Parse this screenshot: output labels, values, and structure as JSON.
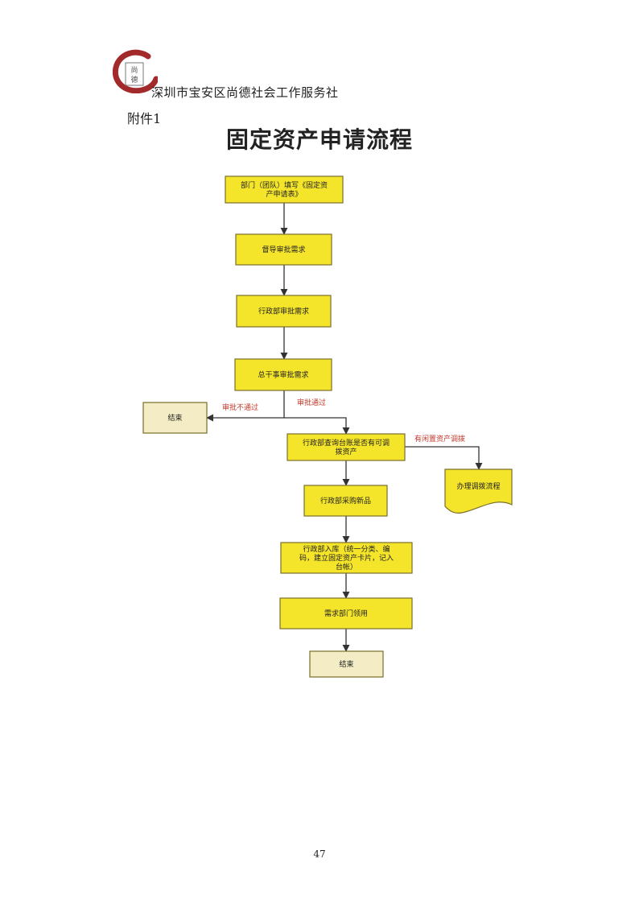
{
  "header": {
    "organization": "深圳市宝安区尚德社会工作服务社",
    "logo_text": "尚德",
    "attachment_label": "附件1"
  },
  "title": "固定资产申请流程",
  "page_number": "47",
  "colors": {
    "process_fill": "#f5e52a",
    "process_stroke": "#7a6f2a",
    "terminal_fill": "#f3ecc4",
    "logo_red": "#a32a2a",
    "edge": "#333333",
    "edge_label": "#c0392b"
  },
  "flow": {
    "nodes": [
      {
        "id": "n1",
        "kind": "process",
        "lines": [
          "部门（团队）填写《固定资",
          "产申请表》"
        ]
      },
      {
        "id": "n2",
        "kind": "process",
        "lines": [
          "督导审批需求"
        ]
      },
      {
        "id": "n3",
        "kind": "process",
        "lines": [
          "行政部审批需求"
        ]
      },
      {
        "id": "n4",
        "kind": "process",
        "lines": [
          "总干事审批需求"
        ]
      },
      {
        "id": "n5",
        "kind": "terminal",
        "lines": [
          "结束"
        ]
      },
      {
        "id": "n6",
        "kind": "process",
        "lines": [
          "行政部查询台账是否有可调",
          "拨资产"
        ]
      },
      {
        "id": "n7",
        "kind": "document",
        "lines": [
          "办理调拨流程"
        ]
      },
      {
        "id": "n8",
        "kind": "process",
        "lines": [
          "行政部采购新品"
        ]
      },
      {
        "id": "n9",
        "kind": "process",
        "lines": [
          "行政部入库（统一分类、编",
          "码，建立固定资产卡片，记入",
          "台帐）"
        ]
      },
      {
        "id": "n10",
        "kind": "process",
        "lines": [
          "需求部门领用"
        ]
      },
      {
        "id": "n11",
        "kind": "terminal",
        "lines": [
          "结束"
        ]
      }
    ],
    "edges": [
      {
        "from": "n1",
        "to": "n2",
        "label": ""
      },
      {
        "from": "n2",
        "to": "n3",
        "label": ""
      },
      {
        "from": "n3",
        "to": "n4",
        "label": ""
      },
      {
        "from": "n4",
        "to": "n5",
        "label": "审批不通过"
      },
      {
        "from": "n4",
        "to": "n6",
        "label": "审批通过"
      },
      {
        "from": "n6",
        "to": "n7",
        "label": "有闲置资产调拨"
      },
      {
        "from": "n6",
        "to": "n8",
        "label": ""
      },
      {
        "from": "n8",
        "to": "n9",
        "label": ""
      },
      {
        "from": "n9",
        "to": "n10",
        "label": ""
      },
      {
        "from": "n10",
        "to": "n11",
        "label": ""
      }
    ]
  }
}
